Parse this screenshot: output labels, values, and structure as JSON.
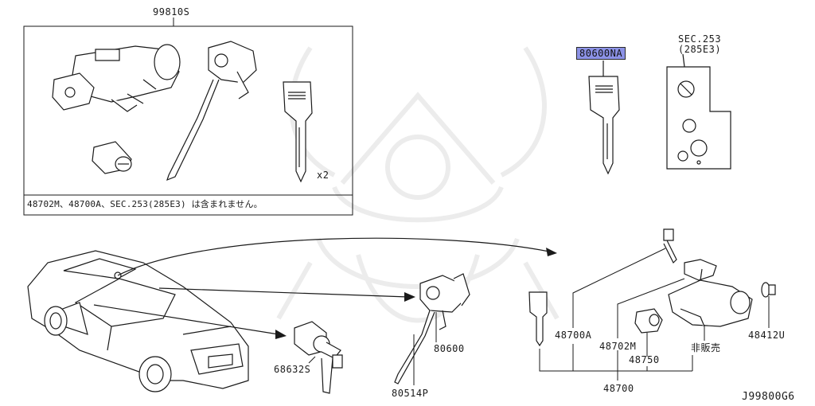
{
  "kit_part": "99810S",
  "kit_note": "48702M、48700A、SEC.253(285E3) は含まれません。",
  "key_qty": "x2",
  "highlight_part": "80600NA",
  "section_ref_1": "SEC.253",
  "section_ref_2": "(285E3)",
  "labels": {
    "p48700A": "48700A",
    "p48702M": "48702M",
    "p48750": "48750",
    "p48412U": "48412U",
    "not_sold": "非販売",
    "p48700": "48700",
    "p80600": "80600",
    "p80514P": "80514P",
    "p68632S": "68632S"
  },
  "diagram_code": "J99800G6",
  "colors": {
    "highlight": "#8c92e6",
    "line": "#1a1a1a",
    "watermark": "#ececec"
  }
}
